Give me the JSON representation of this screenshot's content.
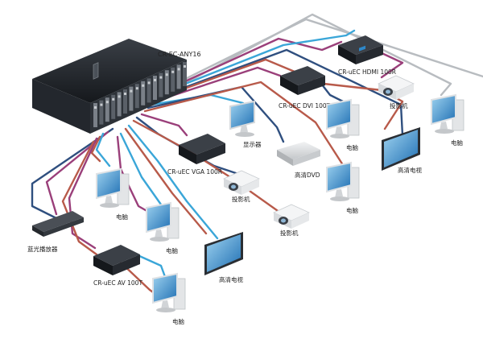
{
  "diagram": {
    "nodes": [
      {
        "id": "chassis",
        "type": "chassis",
        "label": "CR-EC-ANY16"
      },
      {
        "id": "hdmi_rx",
        "type": "receiver",
        "label": "CR-uEC HDMI 100R"
      },
      {
        "id": "dvi_tx",
        "type": "receiver",
        "label": "CR-uEC DVI 100T"
      },
      {
        "id": "vga_rx",
        "type": "receiver",
        "label": "CR-uEC VGA 100R"
      },
      {
        "id": "av_tx",
        "type": "receiver",
        "label": "CR-uEC AV 100T"
      },
      {
        "id": "monitor_small",
        "type": "monitor",
        "label": "显示器"
      },
      {
        "id": "dvd",
        "type": "dvd",
        "label": "高清DVD"
      },
      {
        "id": "bluray",
        "type": "bluray",
        "label": "蓝光播放器"
      },
      {
        "id": "proj1",
        "type": "projector",
        "label": "投影机"
      },
      {
        "id": "proj2",
        "type": "projector",
        "label": "投影机"
      },
      {
        "id": "proj3",
        "type": "projector",
        "label": "投影机"
      },
      {
        "id": "pc1",
        "type": "pc",
        "label": "电脑"
      },
      {
        "id": "pc2",
        "type": "pc",
        "label": "电脑"
      },
      {
        "id": "pc3",
        "type": "pc",
        "label": "电脑"
      },
      {
        "id": "pc4",
        "type": "pc",
        "label": "电脑"
      },
      {
        "id": "pc5",
        "type": "pc",
        "label": "电脑"
      },
      {
        "id": "pc6",
        "type": "pc",
        "label": "电脑"
      },
      {
        "id": "tv1",
        "type": "tv",
        "label": "高清电视"
      },
      {
        "id": "tv2",
        "type": "tv",
        "label": "高清电视"
      }
    ],
    "colors": {
      "cable_blue": "#2f4f7f",
      "cable_purple": "#9a3f7a",
      "cable_red": "#b85a4a",
      "cable_cyan": "#3aa6d8",
      "cable_gray": "#b8bcc0",
      "device_dark": "#1c1f24",
      "screen_blue": "#2e88c9"
    }
  }
}
